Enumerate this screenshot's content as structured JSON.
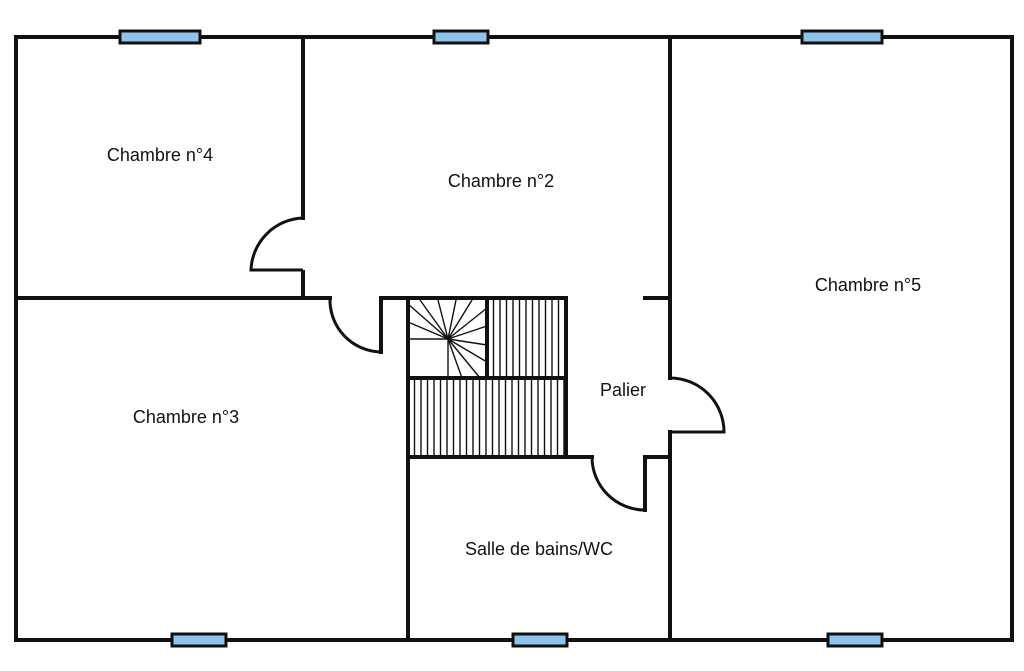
{
  "rooms": {
    "chambre4": "Chambre n°4",
    "chambre2": "Chambre n°2",
    "chambre5": "Chambre n°5",
    "chambre3": "Chambre n°3",
    "palier": "Palier",
    "salle_de_bains": "Salle de bains/WC"
  },
  "colors": {
    "wall": "#111111",
    "window_glass": "#8fc4ea",
    "background": "#ffffff"
  }
}
